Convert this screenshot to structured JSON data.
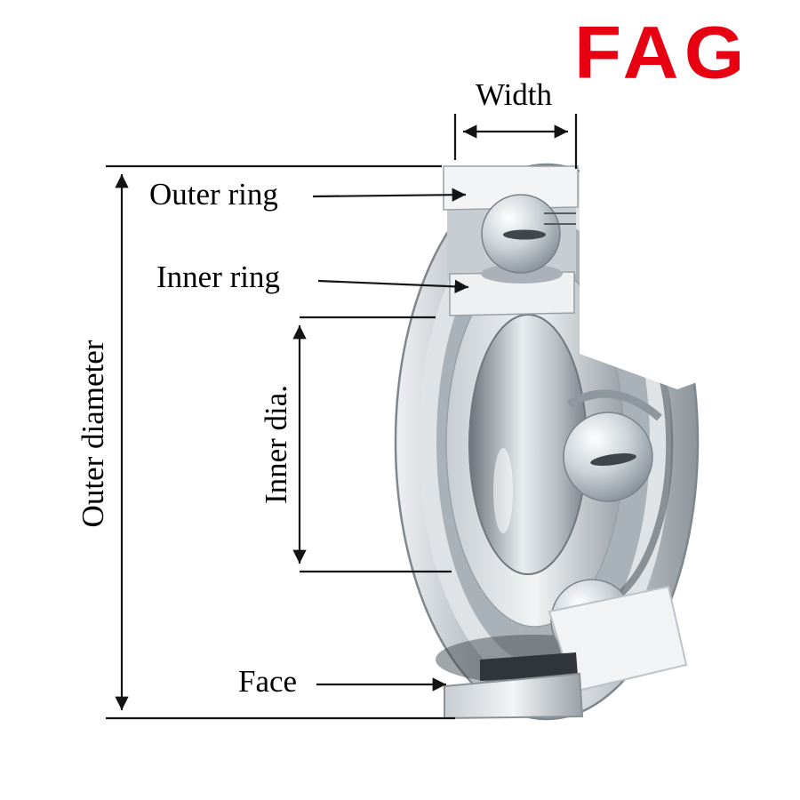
{
  "logo": {
    "text": "FAG",
    "color": "#e60012"
  },
  "labels": {
    "width": "Width",
    "outer_ring": "Outer ring",
    "inner_ring": "Inner ring",
    "inner_dia": "Inner dia.",
    "outer_diameter": "Outer diameter",
    "face": "Face"
  },
  "colors": {
    "logo_red": "#e60012",
    "annotation_line": "#141414",
    "background": "#ffffff",
    "metal_light": "#f3f4f6",
    "metal_mid": "#aab2b9",
    "metal_dark": "#5d656d"
  }
}
